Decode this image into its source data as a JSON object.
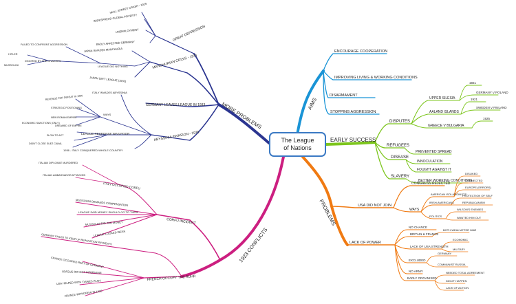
{
  "central": {
    "line1": "The League",
    "line2": "of Nations"
  },
  "colors": {
    "aims": "#1a94d6",
    "success": "#7cc51c",
    "problems": "#f07a12",
    "more": "#2b3590",
    "conflicts": "#cc1f80",
    "center_border": "#3a79c4"
  },
  "aims": {
    "label": "AIMS",
    "items": [
      "ENCOURAGE COOPERATION",
      "IMPROVING LIVING & WORKING CONDITIONS",
      "DISARMAMENT",
      "STOPPING AGGRESSION"
    ]
  },
  "success": {
    "label": "EARLY SUCCESS",
    "disputes": "DISPUTES",
    "upper_silesia": "UPPER SILESIA",
    "upper_silesia_year": "1921",
    "upper_silesia_note": "GERMANY V POLAND",
    "aaland": "AALAND ISLANDS",
    "aaland_year": "1921",
    "aaland_note": "SWEDEN V FINLAND",
    "greece": "GREECE V BULGARIA",
    "greece_year": "1925",
    "refugees": "REFUGEES",
    "refugees_note": "PREVENTED SPREAD",
    "disease": "DISEASE",
    "disease_note1": "INNOCULATION",
    "disease_note2": "FOUGHT AGAINST IT",
    "slavery": "SLAVERY",
    "slavery_note": "BETTER WORKING CONDITIONS"
  },
  "problems": {
    "label": "PROBLEMS",
    "usa": "USA DID NOT JOIN",
    "congress": "CONGRESS REJECTED",
    "ways": "WAYS",
    "isolationist": "AMERICAN ISOLATIONISTS",
    "isolationist_notes": [
      "DISLIKED",
      "CONNECTED",
      "EUROPE (ERRORS)"
    ],
    "irish": "IRISH-AMERICANS",
    "irish_notes": [
      "PROTECTION OF SELF",
      "REPUBLICANISM"
    ],
    "politics": "POLITICS",
    "politics_notes": [
      "WILSON'S ENEMIES",
      "WANTED HIM OUT"
    ],
    "no_chance": "NO CHANCE",
    "lack_power": "LACK OF POWER",
    "britain": "BRITAIN & FRANCE",
    "britain_note": "BOTH WEAK AFTER WAR",
    "lack_usa": "LACK OF USA STRENGTH",
    "lack_usa_notes": [
      "ECONOMIC",
      "MILITARY"
    ],
    "excluded": "EXCLUDED",
    "excluded_notes": [
      "GERMANY",
      "COMMUNIST RUSSIA"
    ],
    "no_army": "NO ARMY",
    "badly": "BADLY ORGANISED",
    "badly_notes": [
      "NEEDED TOTAL AGREEMENT",
      "DIDN'T HAPPEN",
      "LACK OF ACTION"
    ]
  },
  "more": {
    "label": "MORE PROBLEMS",
    "depression": "GREAT DEPRESSION",
    "depression_notes": [
      "WALL STREET CRASH - 1929",
      "WIDESPREAD GLOBAL POVERTY",
      "UNEMPLOYMENT",
      "BADLY AFFECTED GERMANY"
    ],
    "manchurian": "MANCHURIAN CRISIS - 1931",
    "manchurian_notes": [
      "JAPAN INVADES MANCHURIA",
      "LEAGUE DID NOTHING",
      "JAPAN LEFT LEAGUE (1933)"
    ],
    "failed": "FAILED TO CONFRONT AGGRESSION",
    "ignored": "IGNORED BY THE INVADERS",
    "hitler": "HITLER",
    "mussolini": "MUSSOLINI",
    "germany_leaves": "GERMANY LEAVES LEAGUE IN 1933",
    "abyssinia": "ABYSSINIA INVASION - 1935",
    "italy_abyssinia": "ITALY INVADES ABYSSINIA",
    "revenge": "REVENGE FOR DEFEAT IN 1896",
    "ways": "WAYS",
    "strategic": "STRATEGIC POSITIONING",
    "new_empire": "NEW ROMAN EMPIRE",
    "weak": "DREAMED OF EMPIRE",
    "econ": "ECONOMIC SANCTIONS (ONLY)",
    "response": "LEAGUE RESPONSE WAS POOR",
    "slow": "SLOW TO ACT",
    "didnt": "DIDN'T CLOSE SUEZ CANAL",
    "conquered": "1936 - ITALY CONQUERED WHOLE COUNTRY"
  },
  "conflicts": {
    "label": "1923 CONFLICTS",
    "corfu": "CORFU INCIDENT",
    "italian_killed": "ITALIAN DIPLOMAT MURDERED",
    "italy_ambassador": "ITALIAN AMBASSADOR ATTACKED",
    "italy_corfu": "ITALY OCCUPIED CORFU",
    "compensation": "MUSSOLINI DEMANDS COMPENSATION",
    "league_said": "LEAGUE SAID MONEY SHOULD GO TO THEM",
    "musso_didnt": "MUSSOLINI DID THE MONEY",
    "league_looked": "LEAGUE LOOKED WEAK",
    "germany_failed": "GERMANY FAILED TO KEEP UP REPARATION PAYMENTS",
    "ruhr": "FRENCH OCCUPY THE RUHR",
    "france_occupied": "FRANCE OCCUPIED PART OF GERMANY",
    "league_not": "LEAGUE DID NOT INTERVENE",
    "usa_helped": "USA HELPED WITH 'DAWES PLAN'",
    "france_withdrew": "FRANCE WITHDREW IN 1925"
  }
}
